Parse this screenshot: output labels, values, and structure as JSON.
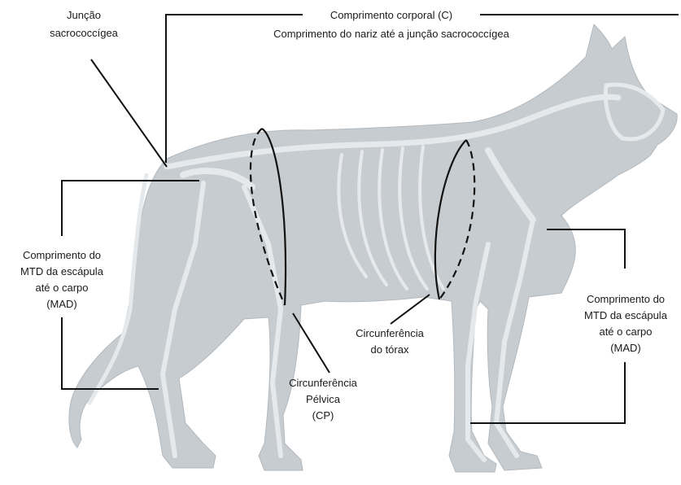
{
  "labels": {
    "sacrococcygeal": [
      "Junção",
      "sacrococcígea"
    ],
    "body_length": [
      "Comprimento corporal (C)",
      "Comprimento do nariz até a junção sacrococcígea"
    ],
    "hind_limb": [
      "Comprimento do",
      "MTD da escápula",
      "até o carpo",
      "(MAD)"
    ],
    "front_limb": [
      "Comprimento do",
      "MTD da escápula",
      "até o carpo",
      "(MAD)"
    ],
    "pelvic": [
      "Circunferência",
      "Pélvica",
      "(CP)"
    ],
    "thorax": [
      "Circunferência",
      "do tórax"
    ]
  },
  "colors": {
    "silhouette": "#c7ccd0",
    "bone": "#e6e9eb",
    "line": "#111111"
  }
}
